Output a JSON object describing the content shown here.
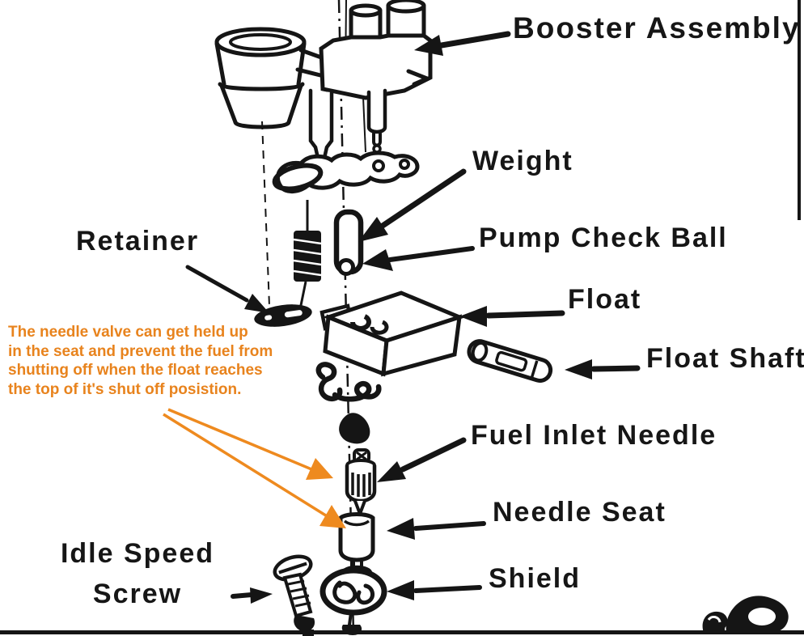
{
  "figure": {
    "kind": "carburetor exploded-parts diagram"
  },
  "colors": {
    "ink": "#151515",
    "annotation_orange": "#e8831d",
    "arrow_orange": "#ee8a1f",
    "background": "#ffffff"
  },
  "part_labels": {
    "booster_assembly": "Booster Assembly",
    "weight": "Weight",
    "pump_check_ball": "Pump Check Ball",
    "retainer": "Retainer",
    "float": "Float",
    "float_shaft": "Float Shaft",
    "fuel_inlet_needle": "Fuel Inlet Needle",
    "needle_seat": "Needle Seat",
    "shield": "Shield",
    "idle_speed_line1": "Idle Speed",
    "idle_speed_line2": "Screw"
  },
  "annotation": {
    "lines": [
      "The needle valve can get held up",
      "in the seat and prevent the fuel from",
      "shutting off when the float reaches",
      "the top of it's shut off posistion."
    ]
  }
}
